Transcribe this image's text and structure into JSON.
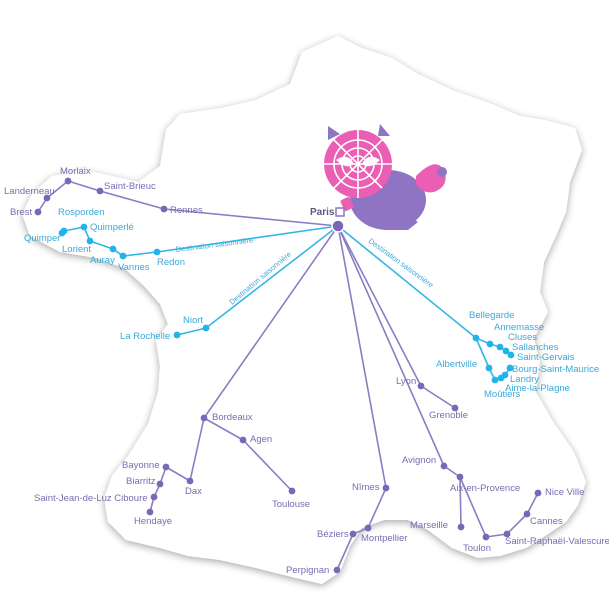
{
  "colors": {
    "main_line": "#8d7cc4",
    "main_dot": "#7b66b8",
    "seasonal_line": "#33b6e6",
    "seasonal_dot": "#22b3ea",
    "country_fill": "#ffffff",
    "country_shadow": "#d7d7e2",
    "mascot_pink": "#ea5fb4",
    "mascot_purple": "#8e74c2"
  },
  "hub": {
    "name": "Paris"
  },
  "route_labels": {
    "west": "Destination saisonnière",
    "southwest": "Destination saisonnière",
    "alps": "Destination saisonnière"
  },
  "cities": {
    "morlaix": "Morlaix",
    "landerneau": "Landerneau",
    "brest": "Brest",
    "saint_brieuc": "Saint-Brieuc",
    "rennes": "Rennes",
    "rosporden": "Rosporden",
    "quimperle": "Quimperlé",
    "quimper": "Quimper",
    "lorient": "Lorient",
    "auray": "Auray",
    "vannes": "Vannes",
    "redon": "Redon",
    "niort": "Niort",
    "la_rochelle": "La Rochelle",
    "bordeaux": "Bordeaux",
    "agen": "Agen",
    "toulouse": "Toulouse",
    "bayonne": "Bayonne",
    "biarritz": "Biarritz",
    "saint_jean_de_luz": "Saint-Jean-de-Luz Ciboure",
    "hendaye": "Hendaye",
    "dax": "Dax",
    "lyon": "Lyon",
    "grenoble": "Grenoble",
    "avignon": "Avignon",
    "nimes": "Nîmes",
    "montpellier": "Montpellier",
    "beziers": "Béziers",
    "perpignan": "Perpignan",
    "aix": "Aix-en-Provence",
    "marseille": "Marseille",
    "toulon": "Toulon",
    "saint_raphael": "Saint-Raphaël-Valescure",
    "cannes": "Cannes",
    "nice": "Nice Ville",
    "bellegarde": "Bellegarde",
    "annemasse": "Annemasse",
    "cluses": "Cluses",
    "sallanches": "Sallanches",
    "saint_gervais": "Saint-Gervais",
    "albertville": "Albertville",
    "bourg_saint_maurice": "Bourg-Saint-Maurice",
    "landry": "Landry",
    "aime_la_plagne": "Aime-la-Plagne",
    "moutiers": "Moûtiers"
  }
}
